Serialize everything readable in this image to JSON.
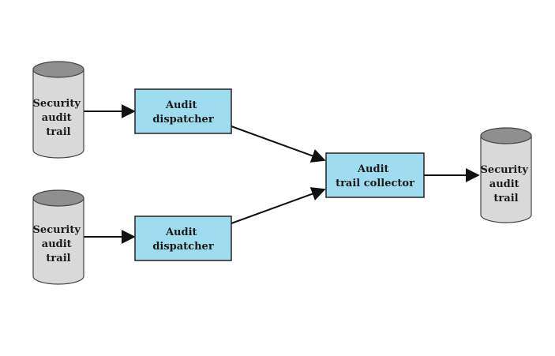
{
  "colors": {
    "box_fill": "#9fdcf0",
    "box_stroke": "#222222",
    "cylinder_body": "#d9d9d9",
    "cylinder_top": "#8f8f8f",
    "arrow": "#111111"
  },
  "cylinders": {
    "top_left": {
      "lines": [
        "Security",
        "audit",
        "trail"
      ]
    },
    "bottom_left": {
      "lines": [
        "Security",
        "audit",
        "trail"
      ]
    },
    "right": {
      "lines": [
        "Security",
        "audit",
        "trail"
      ]
    }
  },
  "boxes": {
    "dispatcher_top": {
      "lines": [
        "Audit",
        "dispatcher"
      ]
    },
    "dispatcher_bottom": {
      "lines": [
        "Audit",
        "dispatcher"
      ]
    },
    "collector": {
      "lines": [
        "Audit",
        "trail collector"
      ]
    }
  }
}
